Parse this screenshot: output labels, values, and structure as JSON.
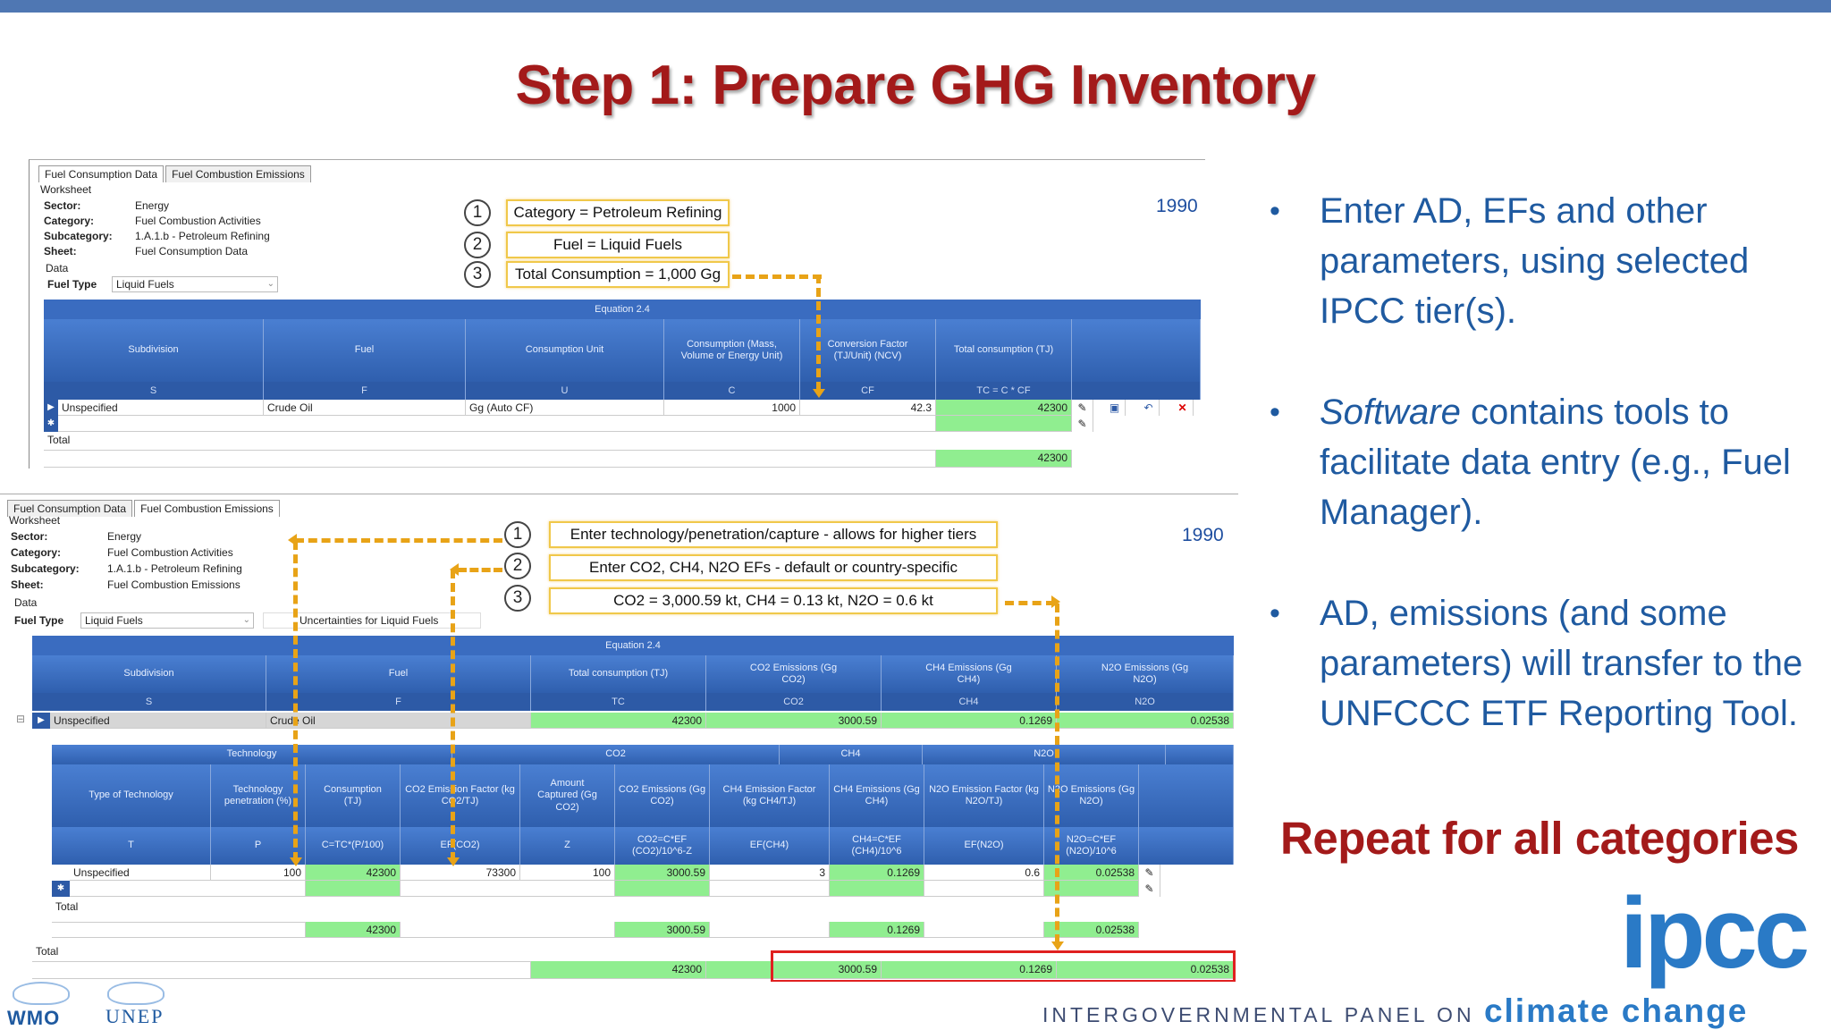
{
  "slide": {
    "title": "Step 1: Prepare GHG Inventory",
    "repeat": "Repeat for all categories",
    "bullets": [
      {
        "pre": "",
        "em": "",
        "text": "Enter AD, EFs and other parameters, using selected IPCC tier(s)."
      },
      {
        "pre": "",
        "em": "Software",
        "text": " contains tools to facilitate data entry (e.g., Fuel Manager)."
      },
      {
        "pre": "",
        "em": "",
        "text": "AD, emissions (and some parameters) will transfer to the UNFCCC ETF Reporting Tool."
      }
    ],
    "bullet_symbol": "•"
  },
  "panel1": {
    "tabs": [
      "Fuel Consumption Data",
      "Fuel Combustion Emissions"
    ],
    "worksheet": "Worksheet",
    "sector_label": "Sector:",
    "sector": "Energy",
    "category_label": "Category:",
    "category": "Fuel Combustion Activities",
    "subcategory_label": "Subcategory:",
    "subcategory": "1.A.1.b - Petroleum Refining",
    "sheet_label": "Sheet:",
    "sheet": "Fuel Consumption Data",
    "data_label": "Data",
    "fueltype_label": "Fuel Type",
    "fueltype": "Liquid Fuels",
    "year": "1990",
    "callouts": [
      {
        "n": "1",
        "text": "Category = Petroleum Refining"
      },
      {
        "n": "2",
        "text": "Fuel = Liquid Fuels"
      },
      {
        "n": "3",
        "text": "Total Consumption = 1,000 Gg"
      }
    ],
    "equation": "Equation 2.4",
    "headers": [
      "Subdivision",
      "Fuel",
      "Consumption Unit",
      "Consumption (Mass, Volume or Energy Unit)",
      "Conversion Factor (TJ/Unit) (NCV)",
      "Total consumption (TJ)"
    ],
    "subheaders": [
      "S",
      "F",
      "U",
      "C",
      "CF",
      "TC = C * CF"
    ],
    "row": [
      "Unspecified",
      "Crude Oil",
      "Gg (Auto CF)",
      "1000",
      "42.3",
      "42300"
    ],
    "total_label": "Total",
    "total_value": "42300"
  },
  "panel2": {
    "tabs": [
      "Fuel Consumption Data",
      "Fuel Combustion Emissions"
    ],
    "worksheet": "Worksheet",
    "sector_label": "Sector:",
    "sector": "Energy",
    "category_label": "Category:",
    "category": "Fuel Combustion Activities",
    "subcategory_label": "Subcategory:",
    "subcategory": "1.A.1.b - Petroleum Refining",
    "sheet_label": "Sheet:",
    "sheet": "Fuel Combustion Emissions",
    "data_label": "Data",
    "fueltype_label": "Fuel Type",
    "fueltype": "Liquid Fuels",
    "uncertainties": "Uncertainties for Liquid Fuels",
    "year": "1990",
    "callouts": [
      {
        "n": "1",
        "text": "Enter technology/penetration/capture - allows for higher tiers"
      },
      {
        "n": "2",
        "text": "Enter CO2, CH4, N2O EFs - default or country-specific"
      },
      {
        "n": "3",
        "text": "CO2 = 3,000.59 kt, CH4 = 0.13 kt, N2O = 0.6 kt"
      }
    ],
    "equation": "Equation 2.4",
    "headers": [
      "Subdivision",
      "Fuel",
      "Total consumption (TJ)",
      "CO2 Emissions (Gg CO2)",
      "CH4 Emissions (Gg CH4)",
      "N2O Emissions (Gg N2O)"
    ],
    "subheaders": [
      "S",
      "F",
      "TC",
      "CO2",
      "CH4",
      "N2O"
    ],
    "row": [
      "Unspecified",
      "Crude Oil",
      "42300",
      "3000.59",
      "0.1269",
      "0.02538"
    ],
    "sub_groups": [
      "Technology",
      "CO2",
      "CH4",
      "N2O"
    ],
    "sub_headers": [
      "Type of Technology",
      "Technology penetration (%)",
      "Consumption (TJ)",
      "CO2 Emission Factor (kg CO2/TJ)",
      "Amount Captured (Gg CO2)",
      "CO2 Emissions (Gg CO2)",
      "CH4 Emission Factor (kg CH4/TJ)",
      "CH4 Emissions (Gg CH4)",
      "N2O Emission Factor (kg N2O/TJ)",
      "N2O Emissions (Gg N2O)"
    ],
    "sub_subheaders": [
      "T",
      "P",
      "C=TC*(P/100)",
      "EF(CO2)",
      "Z",
      "CO2=C*EF (CO2)/10^6-Z",
      "EF(CH4)",
      "CH4=C*EF (CH4)/10^6",
      "EF(N2O)",
      "N2O=C*EF (N2O)/10^6"
    ],
    "sub_row": [
      "Unspecified",
      "100",
      "42300",
      "73300",
      "100",
      "3000.59",
      "3",
      "0.1269",
      "0.6",
      "0.02538"
    ],
    "sub_total_label": "Total",
    "sub_totals": {
      "consumption": "42300",
      "co2": "3000.59",
      "ch4": "0.1269",
      "n2o": "0.02538"
    },
    "total_label": "Total",
    "totals": {
      "tc": "42300",
      "co2": "3000.59",
      "ch4": "0.1269",
      "n2o": "0.02538"
    }
  },
  "logos": {
    "ipcc": "ipcc",
    "ipcc_full_pre": "INTERGOVERNMENTAL PANEL ON",
    "ipcc_full_post": "climate change",
    "wmo": "WMO",
    "unep": "UNEP"
  },
  "colors": {
    "title": "#a31a1a",
    "bullets": "#1f5aa0",
    "header": "#2f5fae",
    "green": "#90ee90",
    "callout_border": "#f0c84a",
    "arrow": "#e8a317",
    "highlight": "#e02020"
  }
}
